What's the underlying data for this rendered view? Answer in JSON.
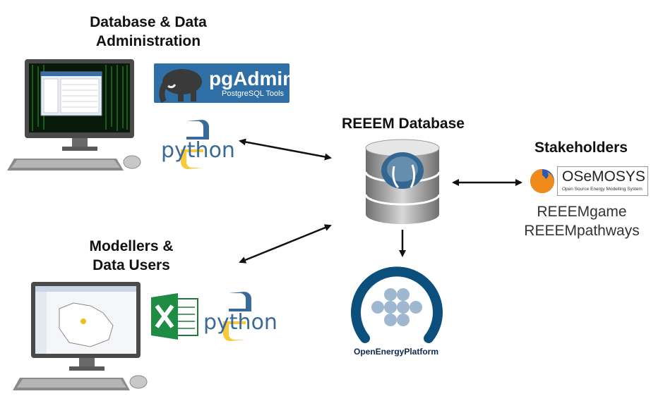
{
  "groups": {
    "admin": {
      "title_line1": "Database & Data",
      "title_line2": "Administration"
    },
    "modellers": {
      "title_line1": "Modellers &",
      "title_line2": "Data Users"
    },
    "database": {
      "title": "REEEM Database"
    },
    "stakeholders": {
      "title": "Stakeholders",
      "items": [
        "REEEMgame",
        "REEEMpathways"
      ]
    }
  },
  "logos": {
    "pgadmin": {
      "name": "pgAdmin",
      "subtitle": "PostgreSQL Tools"
    },
    "python": "python",
    "osemosys": {
      "name": "OSeMOSYS",
      "subtitle": "Open Source Energy Modelling System"
    },
    "openenergyplatform": "OpenEnergyPlatform"
  },
  "icons": [
    "computer-icon",
    "database-icon",
    "elephant-icon",
    "python-icon",
    "excel-icon",
    "firefox-icon",
    "openenergyplatform-logo"
  ],
  "colors": {
    "arrow": "#111111",
    "pgadmin_bg": "#2f6fa6",
    "oep_blue": "#0b4f7c",
    "python_blue": "#3a6b97",
    "python_yellow": "#f7c93b"
  }
}
